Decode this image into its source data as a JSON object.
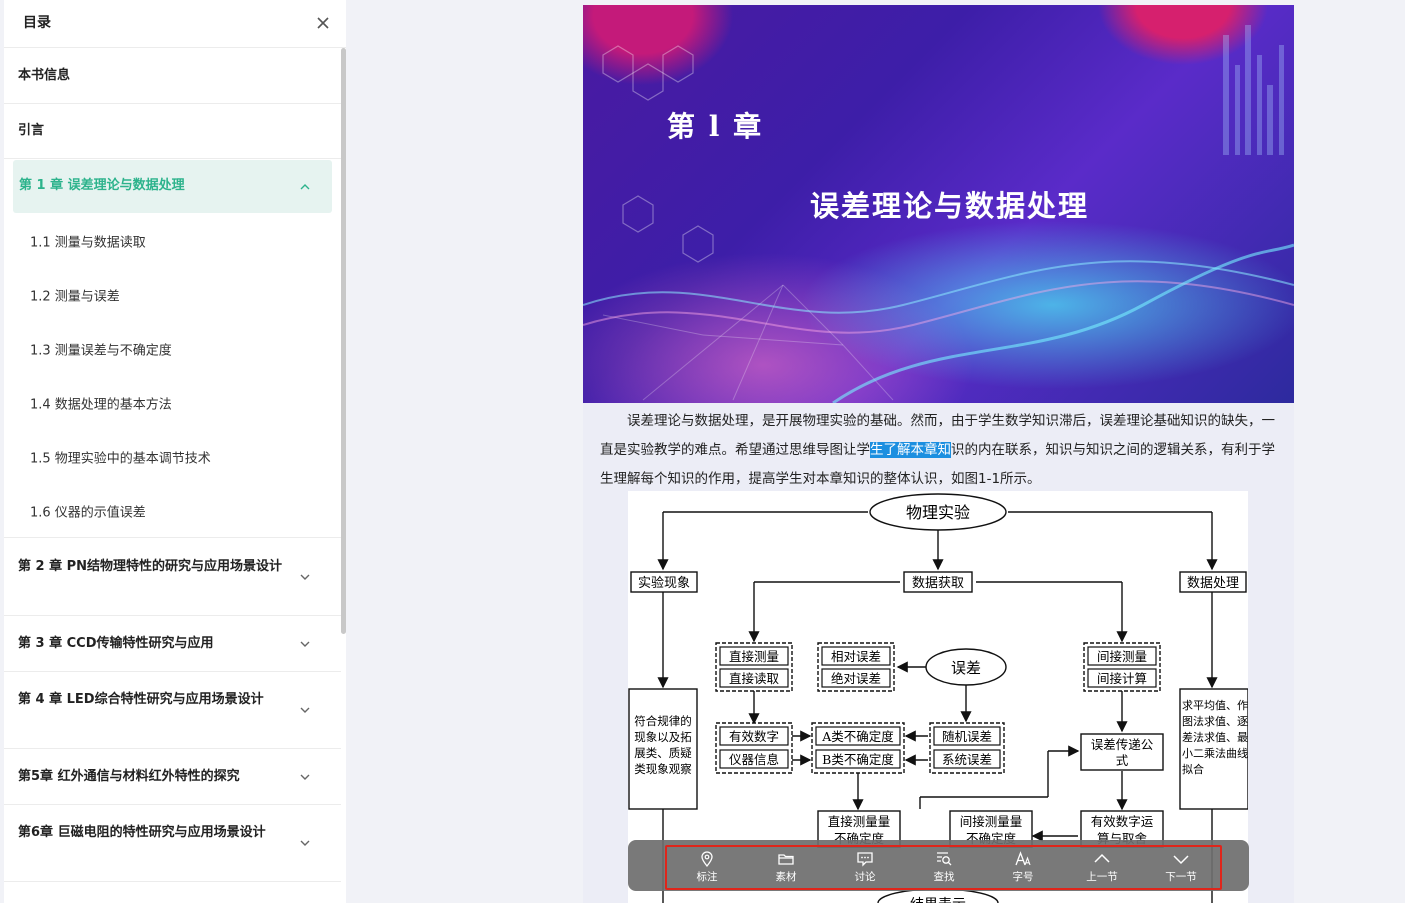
{
  "sidebar": {
    "title": "目录",
    "sections": [
      {
        "label": "本书信息"
      },
      {
        "label": "引言"
      },
      {
        "label": "第 1 章  误差理论与数据处理",
        "expanded": true,
        "subsections": [
          {
            "label": "1.1 测量与数据读取"
          },
          {
            "label": "1.2 测量与误差"
          },
          {
            "label": "1.3 测量误差与不确定度"
          },
          {
            "label": "1.4 数据处理的基本方法"
          },
          {
            "label": "1.5 物理实验中的基本调节技术"
          },
          {
            "label": "1.6 仪器的示值误差"
          }
        ]
      },
      {
        "label": "第 2 章  PN结物理特性的研究与应用场景设计"
      },
      {
        "label": "第 3 章    CCD传输特性研究与应用"
      },
      {
        "label": "第 4 章    LED综合特性研究与应用场景设计"
      },
      {
        "label": "第5章 红外通信与材料红外特性的探究"
      },
      {
        "label": "第6章 巨磁电阻的特性研究与应用场景设计"
      }
    ]
  },
  "content": {
    "chapter_number": "第 l 章",
    "chapter_title": "误差理论与数据处理",
    "para_before": "误差理论与数据处理，是开展物理实验的基础。然而，由于学生数学知识滞后，误差理论基础知识的缺失，一直是实验教学的难点。希望通过思维导图让学",
    "para_highlight": "生了解本章知",
    "para_after": "识的内在联系，知识与知识之间的逻辑关系，有利于学生理解每个知识的作用，提高学生对本章知识的整体认识，如图1-1所示。"
  },
  "figure": {
    "root": "物理实验",
    "level1": [
      "实验现象",
      "数据获取",
      "数据处理"
    ],
    "direct": [
      "直接测量",
      "直接读取"
    ],
    "error_types": [
      "相对误差",
      "绝对误差"
    ],
    "error": "误差",
    "indirect": [
      "间接测量",
      "间接计算"
    ],
    "sig": [
      "有效数字",
      "仪器信息"
    ],
    "uncert": [
      "A类不确定度",
      "B类不确定度"
    ],
    "rand": [
      "随机误差",
      "系统误差"
    ],
    "propagation": [
      "误差传递公",
      "式"
    ],
    "phenomenon": [
      "符合规律的",
      "现象以及拓",
      "展类、质疑",
      "类现象观察"
    ],
    "processing": [
      "求平均值、作",
      "图法求值、逐",
      "差法求值、最",
      "小二乘法曲线",
      "拟合"
    ],
    "direct_uncert": [
      "直接测量量",
      "不确定度"
    ],
    "indirect_uncert": [
      "间接测量量",
      "不确定度"
    ],
    "sig_ops": [
      "有效数字运",
      "算与取舍"
    ],
    "result": "结果表示"
  },
  "toolbar": {
    "items": [
      {
        "label": "标注",
        "icon": "location-pin-icon"
      },
      {
        "label": "素材",
        "icon": "folder-icon"
      },
      {
        "label": "讨论",
        "icon": "chat-icon"
      },
      {
        "label": "查找",
        "icon": "search-list-icon"
      },
      {
        "label": "字号",
        "icon": "font-size-icon"
      },
      {
        "label": "上一节",
        "icon": "chevron-up-icon"
      },
      {
        "label": "下一节",
        "icon": "chevron-down-icon"
      }
    ]
  },
  "colors": {
    "accent": "#2db38c",
    "active_bg": "#e6f3f0",
    "highlight": "#1c8fe0",
    "toolbar_frame": "#e0251b"
  }
}
